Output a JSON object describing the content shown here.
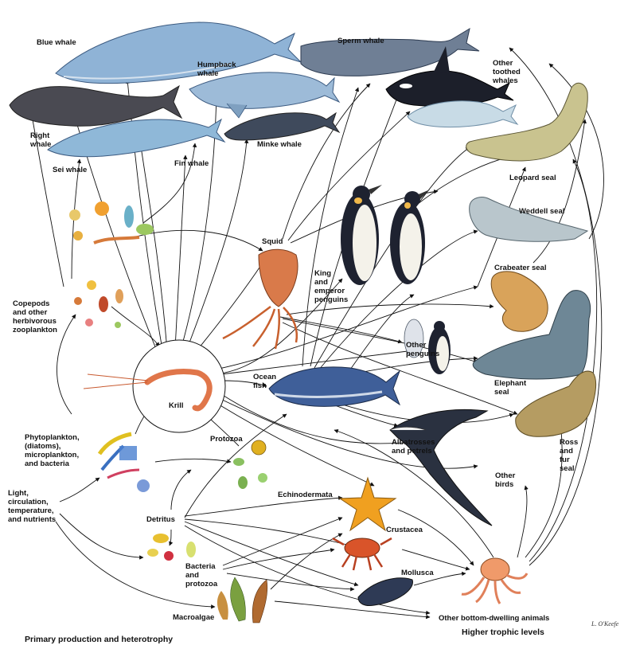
{
  "labels": {
    "blue_whale": "Blue whale",
    "humpback_whale": [
      "Humpback",
      "whale"
    ],
    "sperm_whale": "Sperm whale",
    "other_toothed_whales": [
      "Other",
      "toothed",
      "whales"
    ],
    "right_whale": [
      "Right",
      "whale"
    ],
    "sei_whale": "Sei whale",
    "fin_whale": "Fin whale",
    "minke_whale": "Minke whale",
    "leopard_seal": "Leopard seal",
    "weddell_seal": "Weddell seal",
    "crabeater_seal": "Crabeater seal",
    "squid": "Squid",
    "king_emperor_penguins": [
      "King",
      "and",
      "emperor",
      "penguins"
    ],
    "copepods": [
      "Copepods",
      "and other",
      "herbivorous",
      "zooplankton"
    ],
    "other_penguins": [
      "Other",
      "penguins"
    ],
    "elephant_seal": [
      "Elephant",
      "seal"
    ],
    "ocean_fish": [
      "Ocean",
      "fish"
    ],
    "krill": "Krill",
    "phytoplankton": [
      "Phytoplankton,",
      "(diatoms),",
      "microplankton,",
      "and bacteria"
    ],
    "protozoa": "Protozoa",
    "albatrosses": [
      "Albatrosses",
      "and petrels"
    ],
    "ross_fur_seal": [
      "Ross",
      "and",
      "fur",
      "seal"
    ],
    "other_birds": [
      "Other",
      "birds"
    ],
    "light": [
      "Light,",
      "circulation,",
      "temperature,",
      "and nutrients"
    ],
    "echinodermata": "Echinodermata",
    "detritus": "Detritus",
    "crustacea": "Crustacea",
    "bacteria_protozoa": [
      "Bacteria",
      "and",
      "protozoa"
    ],
    "mollusca": "Mollusca",
    "macroalgae": "Macroalgae",
    "other_bottom": "Other bottom-dwelling animals",
    "primary_production": "Primary production and heterotrophy",
    "higher_trophic": "Higher trophic levels",
    "signature": "L. O'Keefe"
  },
  "colors": {
    "blue_whale": "#8fb3d6",
    "right_whale": "#4a4a52",
    "humpback": "#9dbbd8",
    "sperm_whale": "#6f7f95",
    "orca": "#1c1f2a",
    "beluga": "#c8dbe6",
    "leopard_seal": "#c9c38f",
    "weddell_seal": "#b9c6cc",
    "crabeater_seal": "#d9a35a",
    "elephant_seal": "#6e8796",
    "fur_seal": "#b59c62",
    "squid": "#d97a4a",
    "krill": "#e0764a",
    "fish": "#3f5f99",
    "starfish": "#f0a020",
    "crab": "#d9542a",
    "octopus": "#f09a6a",
    "mussel": "#2e3a55",
    "penguin": "#1e2230",
    "arrow": "#111111"
  }
}
